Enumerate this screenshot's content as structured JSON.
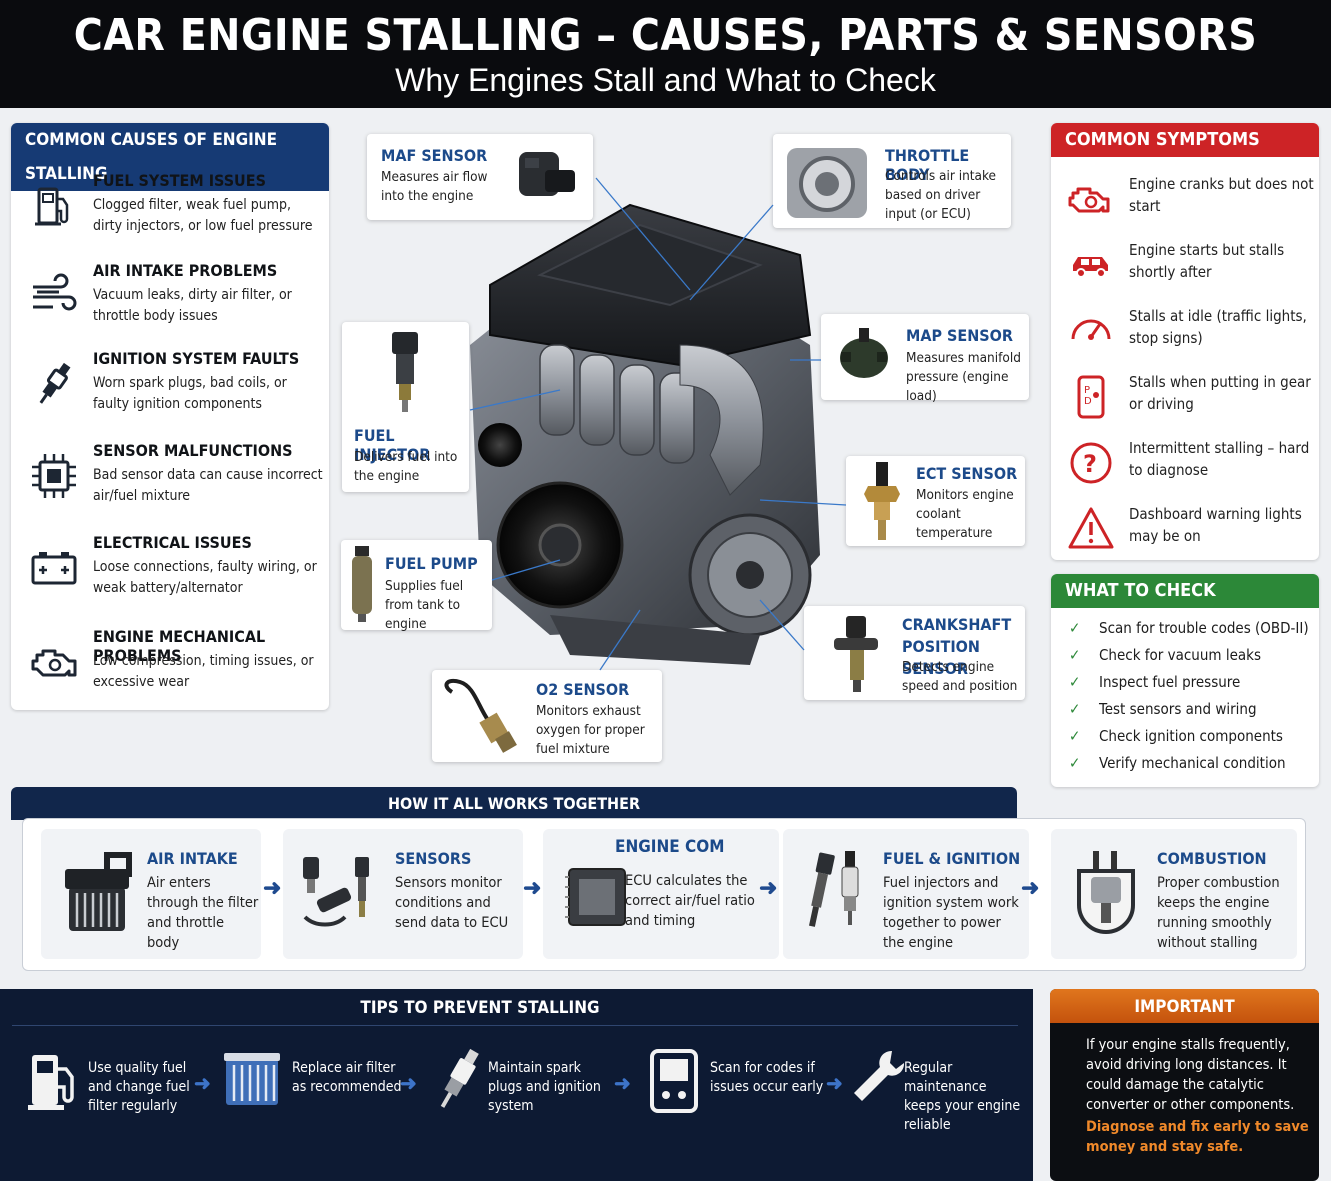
{
  "header": {
    "title": "CAR ENGINE STALLING – CAUSES, PARTS & SENSORS",
    "subtitle": "Why Engines Stall and What to Check"
  },
  "causes": {
    "title": "COMMON CAUSES OF ENGINE STALLING",
    "items": [
      {
        "title": "FUEL SYSTEM ISSUES",
        "desc": "Clogged filter, weak fuel pump, dirty injectors, or low fuel pressure",
        "icon": "fuel-pump-icon"
      },
      {
        "title": "AIR INTAKE PROBLEMS",
        "desc": "Vacuum leaks, dirty air filter, or throttle body issues",
        "icon": "air-flow-icon"
      },
      {
        "title": "IGNITION SYSTEM FAULTS",
        "desc": "Worn spark plugs, bad coils, or faulty ignition components",
        "icon": "spark-plug-icon"
      },
      {
        "title": "SENSOR MALFUNCTIONS",
        "desc": "Bad sensor data can cause incorrect air/fuel mixture",
        "icon": "chip-icon"
      },
      {
        "title": "ELECTRICAL ISSUES",
        "desc": "Loose connections, faulty wiring, or weak battery/alternator",
        "icon": "battery-icon"
      },
      {
        "title": "ENGINE MECHANICAL PROBLEMS",
        "desc": "Low compression, timing issues, or excessive wear",
        "icon": "engine-icon"
      }
    ]
  },
  "parts": {
    "maf": {
      "title": "MAF SENSOR",
      "desc": "Measures air flow into the engine"
    },
    "throttle": {
      "title": "THROTTLE BODY",
      "desc": "Controls air intake based on driver input (or ECU)"
    },
    "injector": {
      "title": "FUEL INJECTOR",
      "desc": "Delivers fuel into the engine"
    },
    "map": {
      "title": "MAP SENSOR",
      "desc": "Measures manifold pressure (engine load)"
    },
    "ect": {
      "title": "ECT SENSOR",
      "desc": "Monitors engine coolant temperature"
    },
    "pump": {
      "title": "FUEL PUMP",
      "desc": "Supplies fuel from tank to engine"
    },
    "crank": {
      "title": "CRANKSHAFT POSITION SENSOR",
      "desc": "Detects engine speed and position"
    },
    "o2": {
      "title": "O2 SENSOR",
      "desc": "Monitors exhaust oxygen for proper fuel mixture"
    }
  },
  "symptoms": {
    "title": "COMMON SYMPTOMS",
    "items": [
      {
        "text": "Engine cranks but does not start",
        "icon": "engine-warning-icon"
      },
      {
        "text": "Engine starts but stalls shortly after",
        "icon": "car-icon"
      },
      {
        "text": "Stalls at idle (traffic lights, stop signs)",
        "icon": "gauge-icon"
      },
      {
        "text": "Stalls when putting in gear or driving",
        "icon": "gear-shift-icon"
      },
      {
        "text": "Intermittent stalling – hard to diagnose",
        "icon": "question-icon"
      },
      {
        "text": "Dashboard warning lights may be on",
        "icon": "warning-icon"
      }
    ]
  },
  "check": {
    "title": "WHAT TO CHECK",
    "items": [
      "Scan for trouble codes (OBD-II)",
      "Check for vacuum leaks",
      "Inspect fuel pressure",
      "Test sensors and wiring",
      "Check ignition components",
      "Verify mechanical condition"
    ]
  },
  "how": {
    "title": "HOW IT ALL WORKS TOGETHER",
    "steps": [
      {
        "title": "AIR INTAKE",
        "desc": "Air enters through the filter and throttle body",
        "icon": "air-filter-icon"
      },
      {
        "title": "SENSORS",
        "desc": "Sensors monitor conditions and send data to ECU",
        "icon": "sensors-icon"
      },
      {
        "title": "ENGINE COM",
        "desc": "ECU calculates the correct air/fuel ratio and timing",
        "icon": "ecu-icon"
      },
      {
        "title": "FUEL & IGNITION",
        "desc": "Fuel injectors and ignition system work together to power the engine",
        "icon": "injector-plug-icon"
      },
      {
        "title": "COMBUSTION",
        "desc": "Proper combustion keeps the engine running smoothly without stalling",
        "icon": "piston-icon"
      }
    ]
  },
  "tips": {
    "title": "TIPS TO PREVENT STALLING",
    "items": [
      {
        "text": "Use quality fuel and change fuel filter regularly",
        "icon": "fuel-pump-icon"
      },
      {
        "text": "Replace air filter as recommended",
        "icon": "air-filter-icon"
      },
      {
        "text": "Maintain spark plugs and ignition system",
        "icon": "spark-plug-icon"
      },
      {
        "text": "Scan for codes if issues occur early",
        "icon": "obd-scanner-icon"
      },
      {
        "text": "Regular maintenance keeps your engine reliable",
        "icon": "wrench-icon"
      }
    ]
  },
  "important": {
    "title": "IMPORTANT",
    "body": "If your engine stalls frequently, avoid driving long distances. It could damage the catalytic converter or other components.",
    "warning": "Diagnose and fix early to save money and stay safe."
  },
  "colors": {
    "navy": "#163a74",
    "red": "#cd2326",
    "green": "#2c8838",
    "orange": "#e0761d",
    "dark": "#0d1a33"
  }
}
